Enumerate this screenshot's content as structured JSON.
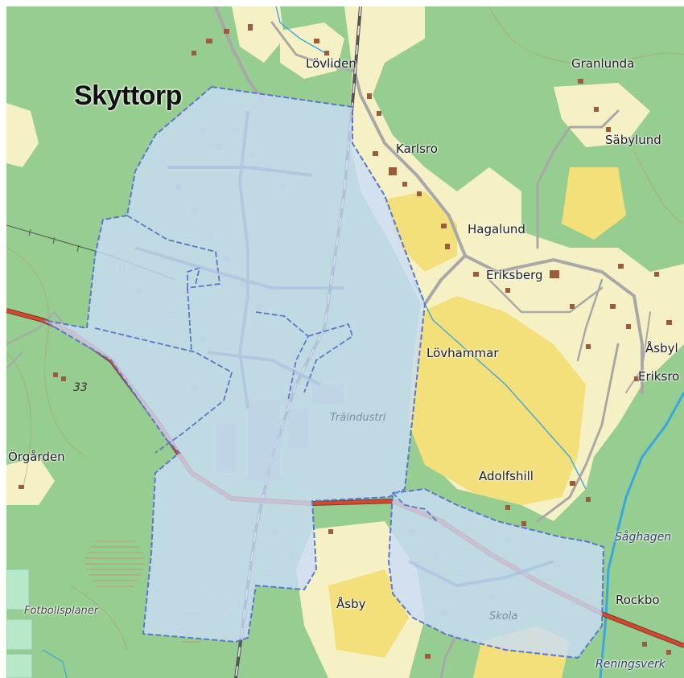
{
  "map": {
    "labels": {
      "skyttorp": "Skyttorp",
      "lovliden": "Lövliden",
      "granlunda": "Granlunda",
      "karlsro": "Karlsro",
      "sabylund": "Säbylund",
      "hagalund": "Hagalund",
      "eriksberg": "Eriksberg",
      "lovhammar": "Lövhammar",
      "asbyl": "Åsbyl",
      "eriksro": "Eriksro",
      "traindustri": "Träindustri",
      "road_33": "33",
      "orgarden": "Örgården",
      "adolfshill": "Adolfshill",
      "saghagen": "Såghagen",
      "rockbo": "Rockbo",
      "fotbollsplaner": "Fotbollsplaner",
      "asby": "Åsby",
      "skola": "Skola",
      "reningsverk": "Reningsverk"
    },
    "colors": {
      "forest": "#8fc98a",
      "open_land": "#f6f1c4",
      "field": "#f3e07a",
      "overlay": "#c9ddf7",
      "overlay_border": "#5b78c7",
      "main_road": "#d4482e",
      "water": "#3aa6e0"
    }
  }
}
